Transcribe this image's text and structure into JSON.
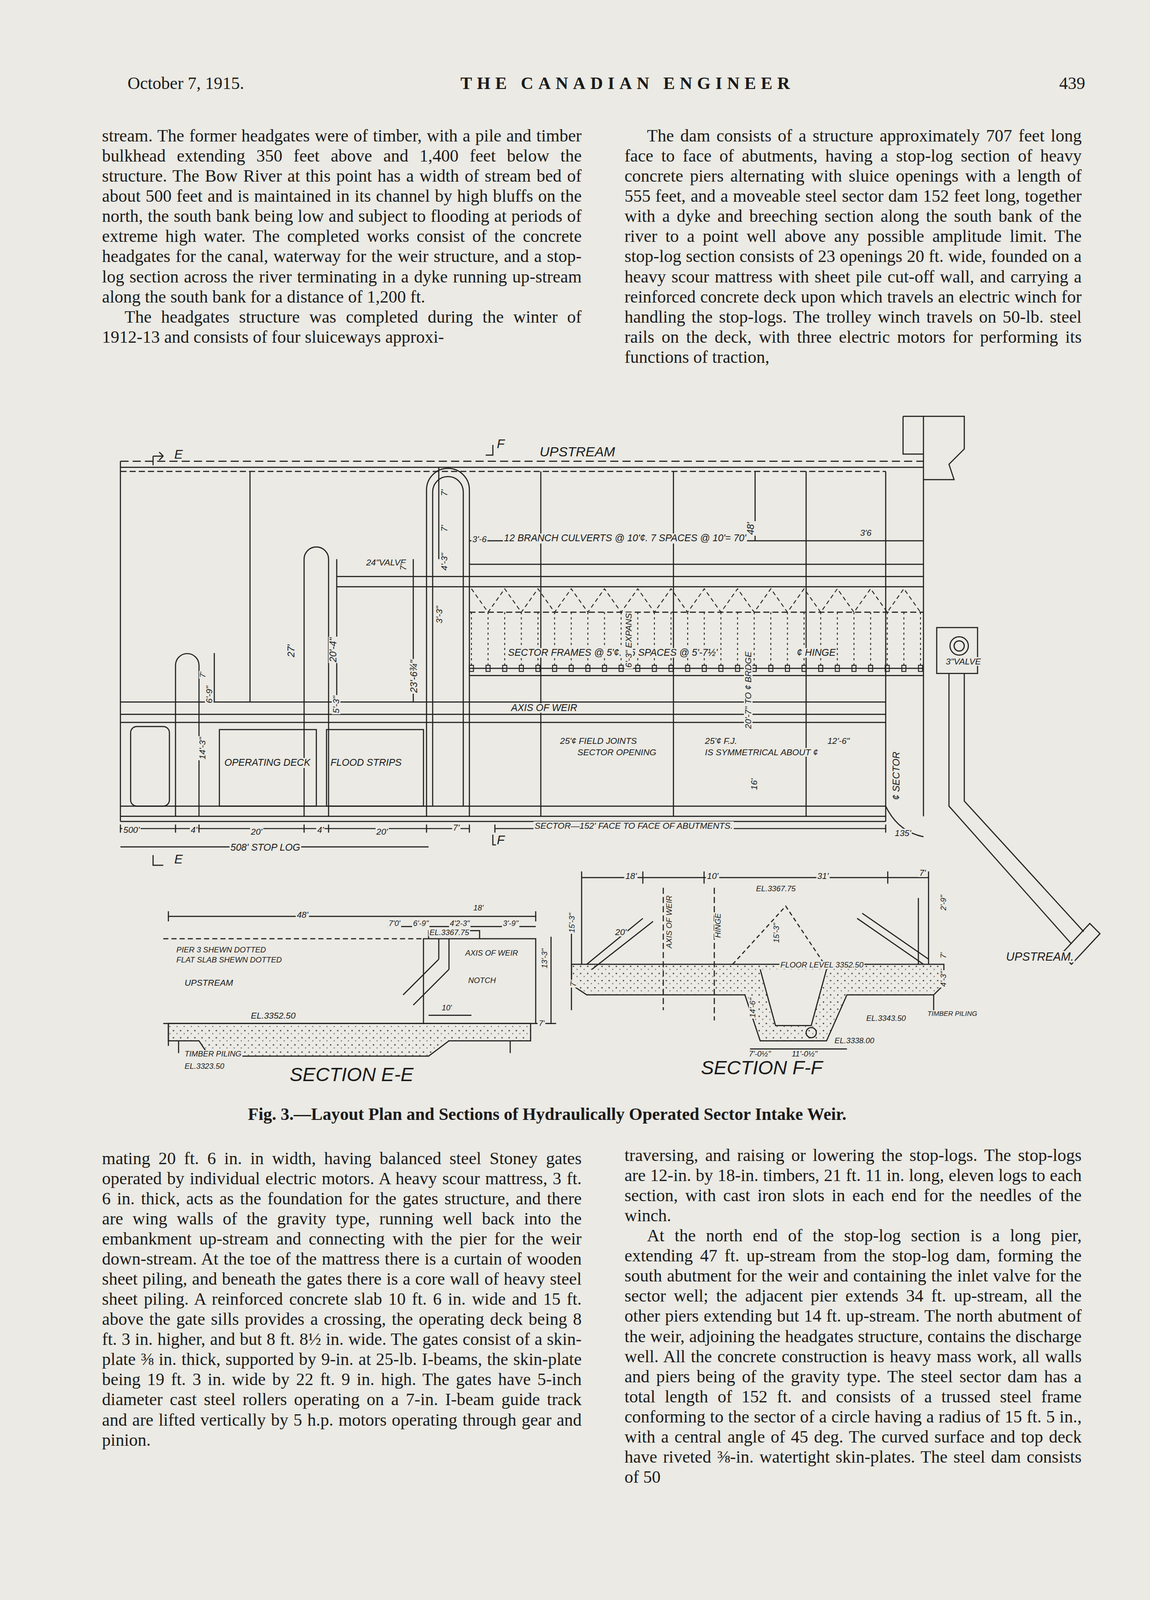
{
  "diagram": {
    "title": "THE CANADIAN ENGINEER",
    "caption": "Fig. 3.—Layout Plan and Sections of Hydraulically Operated Sector Intake Weir.",
    "labels": [
      "October 7, 1915.",
      "439",
      "stream. The former headgates were of timber, with a pile and timber bulkhead extending 350 feet above and 1,400 feet below the structure. The Bow River at this point has a width of stream bed of about 500 feet and is maintained in its channel by high bluffs on the north, the south bank being low and subject to flooding at periods of extreme high water. The completed works consist of the concrete headgates for the canal, waterway for the weir structure, and a stop-log section across the river terminating in a dyke running up-stream along the south bank for a distance of 1,200 ft.",
      "The headgates structure was completed during the winter of 1912-13 and consists of four sluiceways approxi-",
      "The dam consists of a structure approximately 707 feet long face to face of abutments, having a stop-log section of heavy concrete piers alternating with sluice openings with a length of 555 feet, and a moveable steel sector dam 152 feet long, together with a dyke and breeching section along the south bank of the river to a point well above any possible amplitude limit. The stop-log section consists of 23 openings 20 ft. wide, founded on a heavy scour mattress with sheet pile cut-off wall, and carrying a reinforced concrete deck upon which travels an electric winch for handling the stop-logs. The trolley winch travels on 50-lb. steel rails on the deck, with three electric motors for performing its functions of traction,",
      "UPSTREAM",
      "E",
      "E",
      "F",
      "F",
      "48'",
      "3'-6",
      "12 BRANCH CULVERTS @ 10'¢. 7 SPACES @ 10'= 70'",
      "3'6",
      "24\"VALVE",
      "7'",
      "7'",
      "7'",
      "4'-3\"",
      "3'-3\"",
      "27'",
      "20'-4\"",
      "23'-6¾\"",
      "SECTOR FRAMES @ 5'¢. 15 SPACES @ 5'-7½'",
      "6'-3\" EXPANS",
      "20'-7\" TO ¢ BRDGE",
      "¢ HINGE",
      "3\"VALVE",
      "7'",
      "6'-9\"",
      "14'-3\"",
      "5'-3\"",
      "AXIS OF WEIR",
      "OPERATING DECK",
      "FLOOD STRIPS",
      "25'¢ FIELD JOINTS",
      "SECTOR OPENING",
      "25'¢ F.J.",
      "IS SYMMETRICAL ABOUT ¢",
      "12'-6\"",
      "16'",
      "¢ SECTOR",
      "500'",
      "4'",
      "20'",
      "4'",
      "20'",
      "7'",
      "508' STOP LOG",
      "SECTOR—152' FACE TO FACE OF ABUTMENTS.",
      "135'",
      "48'",
      "7'0'",
      "6'-9\"",
      "18'",
      "4'2-3\"",
      "3'-9\"",
      "EL.3367.75",
      "PIER 3 SHEWN DOTTED",
      "FLAT SLAB SHEWN DOTTED",
      "AXIS OF WEIR",
      "NOTCH",
      "UPSTREAM",
      "13'-3\"",
      "EL.3352.50",
      "10'",
      "7'",
      "TIMBER PILING",
      "EL.3323.50",
      "SECTION E-E",
      "18'",
      "10'",
      "31'",
      "7'",
      "EL.3367.75",
      "15'-3\"",
      "20'",
      "AXIS OF WEIR",
      "HINGE",
      "15'-3\"",
      "FLOOR LEVEL 3352.50",
      "7'",
      "14'-6\"",
      "2'-9\"",
      "7'",
      "4'-3\"",
      "UPSTREAM.",
      "EL.3343.50",
      "TIMBER PILING",
      "EL.3338.00",
      "7'-0½\"",
      "11'-0½\"",
      "SECTION F-F",
      "mating 20 ft. 6 in. in width, having balanced steel Stoney gates operated by individual electric motors. A heavy scour mattress, 3 ft. 6 in. thick, acts as the foundation for the gates structure, and there are wing walls of the gravity type, running well back into the embankment up-stream and connecting with the pier for the weir down-stream. At the toe of the mattress there is a curtain of wooden sheet piling, and beneath the gates there is a core wall of heavy steel sheet piling. A reinforced concrete slab 10 ft. 6 in. wide and 15 ft. above the gate sills provides a crossing, the operating deck being 8 ft. 3 in. higher, and but 8 ft. 8½ in. wide. The gates consist of a skin-plate ⅜ in. thick, supported by 9-in. at 25-lb. I-beams, the skin-plate being 19 ft. 3 in. wide by 22 ft. 9 in. high. The gates have 5-inch diameter cast steel rollers operating on a 7-in. I-beam guide track and are lifted vertically by 5 h.p. motors operating through gear and pinion.",
      "traversing, and raising or lowering the stop-logs. The stop-logs are 12-in. by 18-in. timbers, 21 ft. 11 in. long, eleven logs to each section, with cast iron slots in each end for the needles of the winch.",
      "At the north end of the stop-log section is a long pier, extending 47 ft. up-stream from the stop-log dam, forming the south abutment for the weir and containing the inlet valve for the sector well; the adjacent pier extends 34 ft. up-stream, all the other piers extending but 14 ft. up-stream. The north abutment of the weir, adjoining the headgates structure, contains the discharge well. All the concrete construction is heavy mass work, all walls and piers being of the gravity type. The steel sector dam has a total length of 152 ft. and consists of a trussed steel frame conforming to the sector of a circle having a radius of 15 ft. 5 in., with a central angle of 45 deg. The curved surface and top deck have riveted ⅜-in. watertight skin-plates. The steel dam consists of 50"
    ]
  }
}
